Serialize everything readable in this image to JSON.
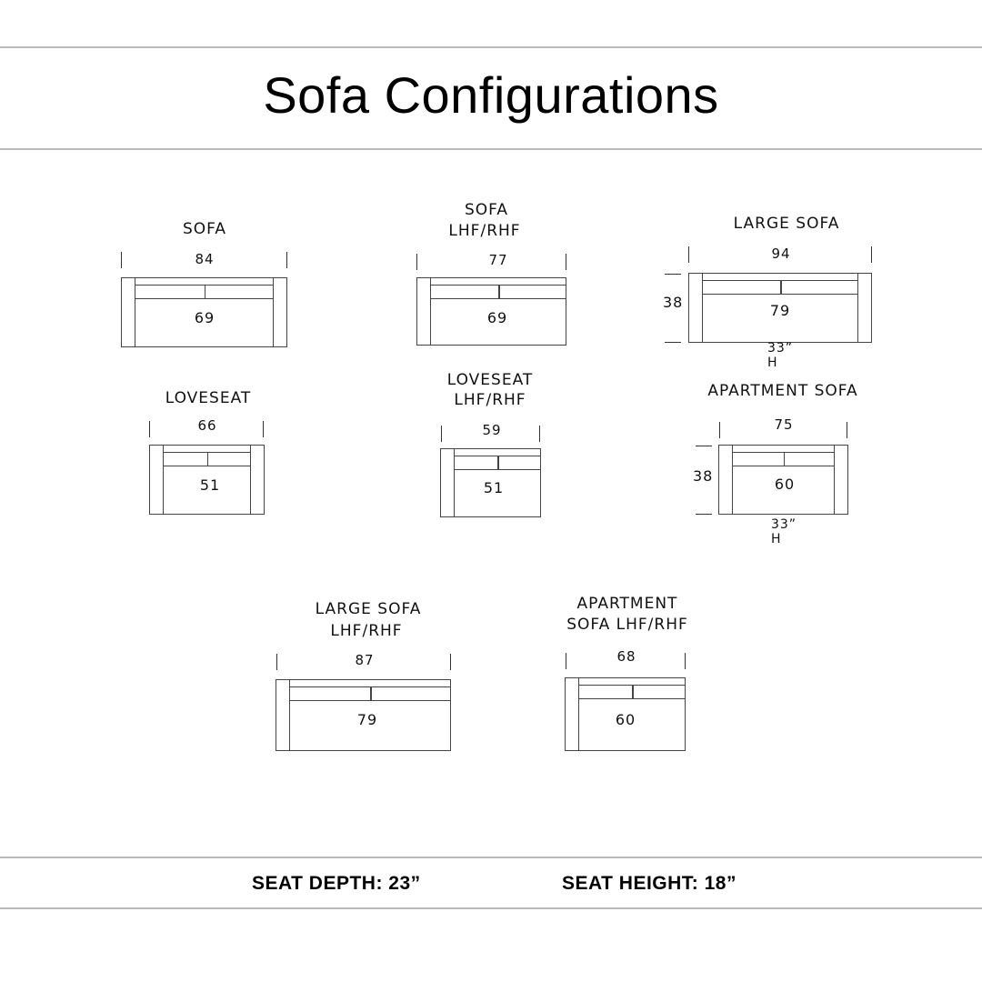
{
  "title": "Sofa Configurations",
  "configurations": [
    {
      "id": "sofa",
      "name": "SOFA",
      "width": "84",
      "seat": "69",
      "arms": "both"
    },
    {
      "id": "sofa-lhf-rhf",
      "name_lines": [
        "SOFA",
        "LHF/RHF"
      ],
      "width": "77",
      "seat": "69",
      "arms": "left"
    },
    {
      "id": "large-sofa",
      "name": "LARGE SOFA",
      "width": "94",
      "seat": "79",
      "depth": "38",
      "height": "33” H",
      "arms": "both"
    },
    {
      "id": "loveseat",
      "name": "LOVESEAT",
      "width": "66",
      "seat": "51",
      "arms": "both"
    },
    {
      "id": "loveseat-lhf-rhf",
      "name_lines": [
        "LOVESEAT",
        "LHF/RHF"
      ],
      "width": "59",
      "seat": "51",
      "arms": "left"
    },
    {
      "id": "apartment-sofa",
      "name": "APARTMENT SOFA",
      "width": "75",
      "seat": "60",
      "depth": "38",
      "height": "33” H",
      "arms": "both"
    },
    {
      "id": "large-sofa-lhf-rhf",
      "name_lines": [
        "LARGE SOFA",
        "LHF/RHF"
      ],
      "width": "87",
      "seat": "79",
      "arms": "left"
    },
    {
      "id": "apartment-sofa-lhf-rhf",
      "name_lines": [
        "APARTMENT",
        "SOFA LHF/RHF"
      ],
      "width": "68",
      "seat": "60",
      "arms": "left"
    }
  ],
  "footer": {
    "seat_depth": "SEAT DEPTH: 23”",
    "seat_height": "SEAT HEIGHT: 18”"
  }
}
